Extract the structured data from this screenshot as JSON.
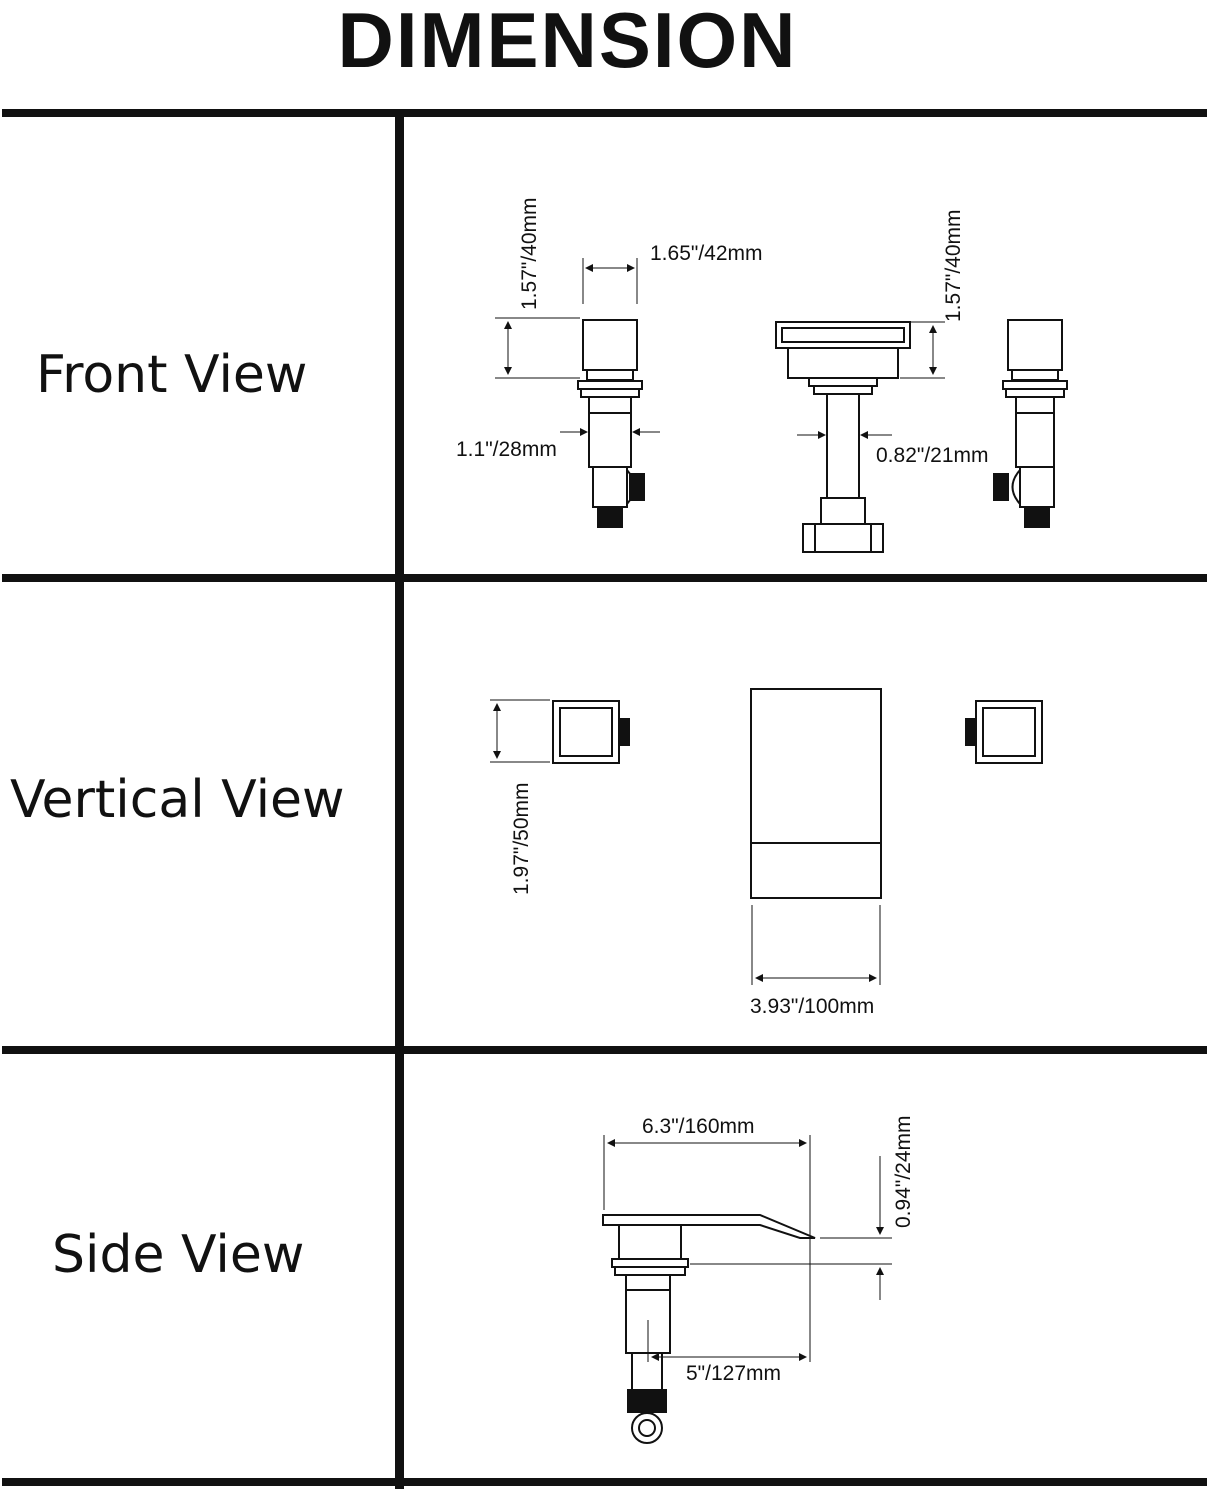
{
  "page": {
    "title": "DIMENSION"
  },
  "rows": [
    {
      "label": "Front View",
      "dimensions": [
        "1.57\"/40mm",
        "1.65\"/42mm",
        "1.1\"/28mm",
        "1.57\"/40mm",
        "0.82\"/21mm"
      ]
    },
    {
      "label": "Vertical View",
      "dimensions": [
        "1.97\"/50mm",
        "3.93\"/100mm"
      ]
    },
    {
      "label": "Side View",
      "dimensions": [
        "6.3\"/160mm",
        "0.94\"/24mm",
        "5\"/127mm"
      ]
    }
  ],
  "colors": {
    "ink": "#111111",
    "background": "#ffffff"
  }
}
